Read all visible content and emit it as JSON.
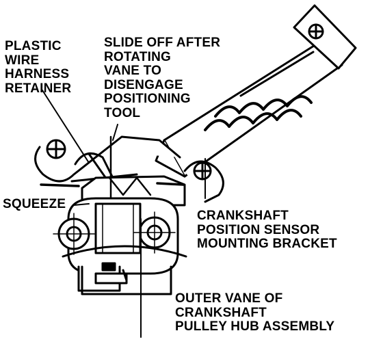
{
  "labels": {
    "plastic_wire_harness_retainer": [
      "PLASTIC",
      "WIRE",
      "HARNESS",
      "RETAINER"
    ],
    "slide_off_instruction": [
      "SLIDE OFF AFTER",
      "ROTATING",
      "VANE TO",
      "DISENGAGE",
      "POSITIONING",
      "TOOL"
    ],
    "squeeze": [
      "SQUEEZE"
    ],
    "crankshaft_position_sensor_bracket": [
      "CRANKSHAFT",
      "POSITION SENSOR",
      "MOUNTING BRACKET"
    ],
    "outer_vane": [
      "OUTER VANE OF",
      "CRANKSHAFT",
      "PULLEY HUB ASSEMBLY"
    ]
  },
  "colors": {
    "ink": "#000000",
    "paper": "#ffffff"
  }
}
